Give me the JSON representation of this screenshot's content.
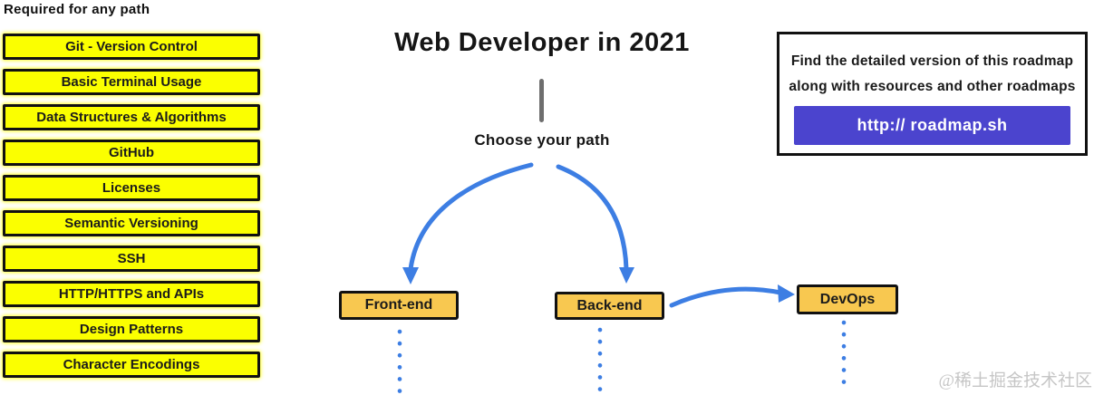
{
  "title": "Web Developer in 2021",
  "required": {
    "heading": "Required for any path",
    "items": [
      "Git - Version Control",
      "Basic Terminal Usage",
      "Data Structures & Algorithms",
      "GitHub",
      "Licenses",
      "Semantic Versioning",
      "SSH",
      "HTTP/HTTPS and APIs",
      "Design Patterns",
      "Character Encodings"
    ]
  },
  "flow": {
    "choose_label": "Choose your path",
    "paths": [
      {
        "label": "Front-end"
      },
      {
        "label": "Back-end"
      },
      {
        "label": "DevOps"
      }
    ]
  },
  "info_box": {
    "line1": "Find the detailed version of this roadmap",
    "line2": "along with resources and other roadmaps",
    "button_label": "http:// roadmap.sh"
  },
  "watermark": "@稀土掘金技术社区",
  "colors": {
    "yellow": "#FBFF00",
    "amber": "#F8C850",
    "blue": "#3D7EE3",
    "purple": "#4B44CE",
    "ink": "#1C1C1C",
    "gray-line": "#6E6E6E",
    "watermark": "#C6C6C6"
  }
}
